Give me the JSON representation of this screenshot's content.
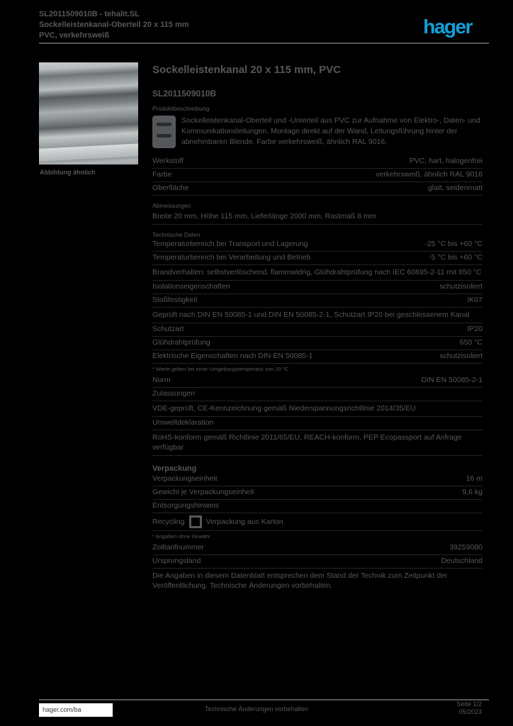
{
  "colors": {
    "page_background": "#000000",
    "text": "#56575b",
    "brand_blue": "#14a0dc"
  },
  "header": {
    "line1": "SL2011509010B - tehalit.SL",
    "line2": "Sockelleistenkanal-Oberteil 20 x 115 mm",
    "line3": "PVC, verkehrsweiß",
    "logo_text": "hager"
  },
  "product_photo": {
    "caption": "Abbildung ähnlich"
  },
  "main": {
    "title": "Sockelleistenkanal 20 x 115 mm, PVC",
    "reference": "SL2011509010B",
    "intro_heading": "Produktbeschreibung",
    "intro_text": "Sockelleistenkanal-Oberteil und -Unterteil aus PVC zur Aufnahme von Elektro-, Daten- und Kommunikationsleitungen. Montage direkt auf der Wand, Leitungsführung hinter der abnehmbaren Blende. Farbe verkehrsweiß, ähnlich RAL 9016.",
    "general_rows": [
      {
        "label": "Werkstoff",
        "value": "PVC, hart, halogenfrei"
      },
      {
        "label": "Farbe",
        "value": "verkehrsweiß, ähnlich RAL 9016"
      },
      {
        "label": "Oberfläche",
        "value": "glatt, seidenmatt"
      }
    ],
    "dimensions_heading": "Abmessungen",
    "dimensions_text": "Breite 20 mm, Höhe 115 mm, Lieferlänge 2000 mm, Rastmaß 8 mm",
    "technical_heading": "Technische Daten",
    "technical_rows": [
      {
        "label": "Temperaturbereich bei Transport und Lagerung",
        "value": "-25 °C bis +60 °C"
      },
      {
        "label": "Temperaturbereich bei Verarbeitung und Betrieb",
        "value": "-5 °C bis +60 °C"
      }
    ],
    "technical_note": "Brandverhalten: selbstverlöschend, flammwidrig, Glühdrahtprüfung nach IEC 60695-2-11 mit 650 °C",
    "insulation_rows": [
      {
        "label": "Isolationseigenschaften",
        "value": "schutzisoliert"
      },
      {
        "label": "Stoßfestigkeit",
        "value": "IK07"
      }
    ],
    "insulation_note": "Geprüft nach DIN EN 50085-1 und DIN EN 50085-2-1, Schutzart IP20 bei geschlossenem Kanal",
    "protection_rows": [
      {
        "label": "Schutzart",
        "value": "IP20"
      },
      {
        "label": "Glühdrahtprüfung",
        "value": "650 °C"
      },
      {
        "label": "Elektrische Eigenschaften nach DIN EN 50085-1",
        "value": "schutzisoliert"
      }
    ],
    "protection_note": "* Werte gelten bei einer Umgebungstemperatur von 20 °C",
    "standards_rows": [
      {
        "label": "Norm",
        "value": "DIN EN 50085-2-1"
      },
      {
        "label": "Zulassungen",
        "value": ""
      }
    ],
    "standards_text": "VDE-geprüft, CE-Kennzeichnung gemäß Niederspannungsrichtlinie 2014/35/EU",
    "environment_label": "Umweltdeklaration",
    "environment_text": "RoHS-konform gemäß Richtlinie 2011/65/EU, REACH-konform, PEP Ecopassport auf Anfrage verfügbar",
    "packaging_heading": "Verpackung",
    "packaging_rows": [
      {
        "label": "Verpackungseinheit",
        "value": "16 m"
      },
      {
        "label": "Gewicht je Verpackungseinheit",
        "value": "9,6 kg"
      },
      {
        "label": "Entsorgungshinweis",
        "value": ""
      }
    ],
    "recycling_label": "Recycling",
    "recycling_text": "Verpackung aus Karton",
    "packaging_note": "* Angaben ohne Gewähr",
    "customs_row": {
      "label": "Zolltarifnummer",
      "value": "39259080"
    },
    "origin_row": {
      "label": "Ursprungsland",
      "value": "Deutschland"
    },
    "disclaimer": "Die Angaben in diesem Datenblatt entsprechen dem Stand der Technik zum Zeitpunkt der Veröffentlichung. Technische Änderungen vorbehalten."
  },
  "footer": {
    "link": "hager.com/ba",
    "center_text": "Technische Änderungen vorbehalten",
    "page_label": "Seite 1/2",
    "date_label": "05/2023"
  }
}
